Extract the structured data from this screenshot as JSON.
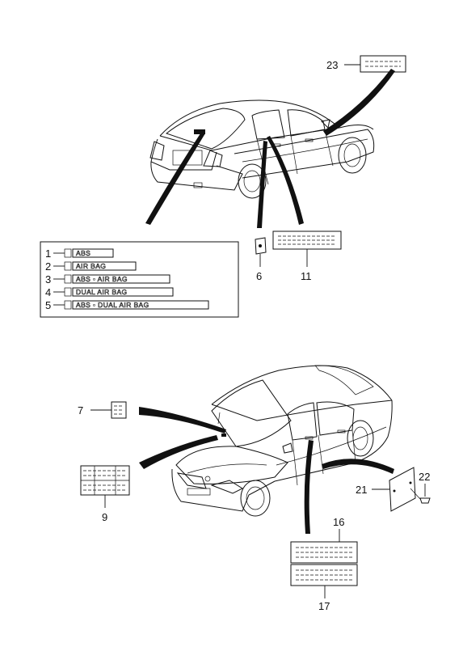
{
  "callouts": {
    "c1": "1",
    "c2": "2",
    "c3": "3",
    "c4": "4",
    "c5": "5",
    "c6": "6",
    "c7": "7",
    "c9": "9",
    "c11": "11",
    "c16": "16",
    "c17": "17",
    "c21": "21",
    "c22": "22",
    "c23": "23"
  },
  "emblems": {
    "e1": "ABS",
    "e2": "AIR BAG",
    "e3": "ABS • AIR BAG",
    "e4": "DUAL AIR BAG",
    "e5": "ABS • DUAL AIR BAG"
  }
}
